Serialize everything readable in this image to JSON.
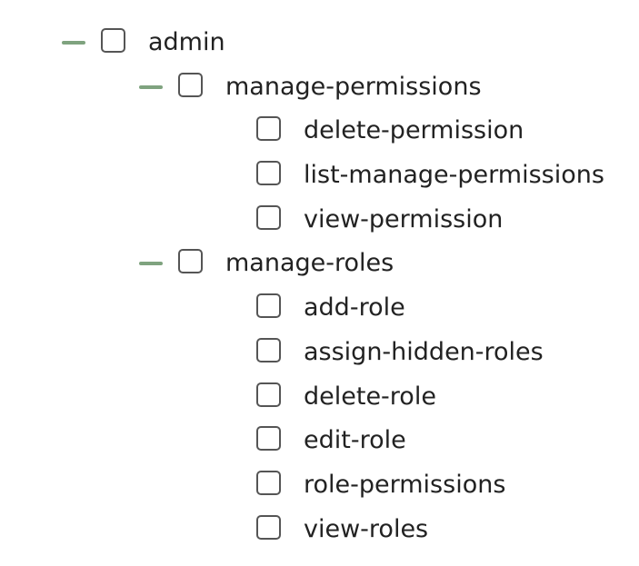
{
  "tree": {
    "root": {
      "label": "admin",
      "groups": [
        {
          "label": "manage-permissions",
          "items": [
            "delete-permission",
            "list-manage-permissions",
            "view-permission"
          ]
        },
        {
          "label": "manage-roles",
          "items": [
            "add-role",
            "assign-hidden-roles",
            "delete-role",
            "edit-role",
            "role-permissions",
            "view-roles"
          ]
        }
      ]
    }
  },
  "colors": {
    "toggle": "#7fa37f",
    "checkbox_border": "#555555",
    "text": "#222222"
  }
}
